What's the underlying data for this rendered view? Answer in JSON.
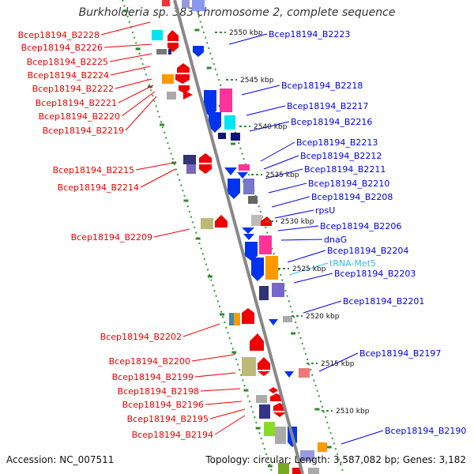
{
  "title": "Burkholderia sp. 383 chromosome 2, complete sequence",
  "footer": {
    "accession": "Accession: NC_007511",
    "summary": "Topology: circular; Length: 3,587,082 bp; Genes: 3,182"
  },
  "kbp_ticks": [
    "2550 kbp",
    "2545 kbp",
    "2540 kbp",
    "2535 kbp",
    "2530 kbp",
    "2525 kbp",
    "2520 kbp",
    "2515 kbp",
    "2510 kbp"
  ],
  "left_labels": [
    "Bcep18194_B2228",
    "Bcep18194_B2226",
    "Bcep18194_B2225",
    "Bcep18194_B2224",
    "Bcep18194_B2222",
    "Bcep18194_B2221",
    "Bcep18194_B2220",
    "Bcep18194_B2219",
    "Bcep18194_B2215",
    "Bcep18194_B2214",
    "Bcep18194_B2209",
    "Bcep18194_B2202",
    "Bcep18194_B2200",
    "Bcep18194_B2199",
    "Bcep18194_B2198",
    "Bcep18194_B2196",
    "Bcep18194_B2195",
    "Bcep18194_B2194"
  ],
  "right_labels": [
    "Bcep18194_B2223",
    "Bcep18194_B2218",
    "Bcep18194_B2217",
    "Bcep18194_B2216",
    "Bcep18194_B2213",
    "Bcep18194_B2212",
    "Bcep18194_B2211",
    "Bcep18194_B2210",
    "Bcep18194_B2208",
    "rpsU",
    "Bcep18194_B2206",
    "dnaG",
    "Bcep18194_B2204",
    "tRNA-Met5",
    "Bcep18194_B2203",
    "Bcep18194_B2201",
    "Bcep18194_B2197",
    "Bcep18194_B2190"
  ],
  "colors": {
    "forward_gene": "#ee0000",
    "reverse_gene": "#0000ee",
    "trna_label": "#33bbee",
    "backbone": "#888888",
    "guide_dots": "#339933",
    "ticks": "#338833"
  }
}
